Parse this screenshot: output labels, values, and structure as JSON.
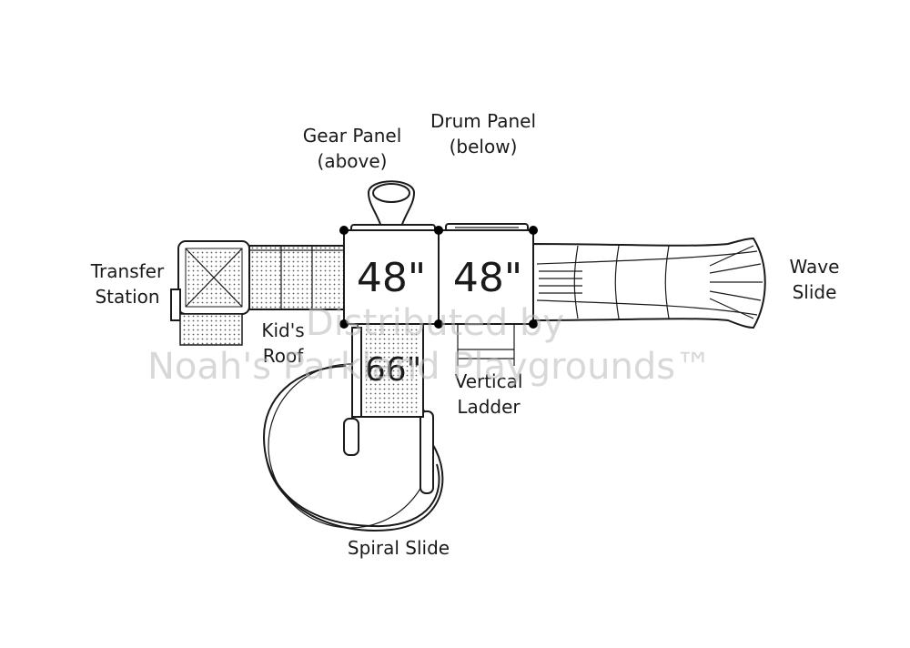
{
  "labels": {
    "gear_panel_1": "Gear Panel",
    "gear_panel_2": "(above)",
    "drum_panel_1": "Drum Panel",
    "drum_panel_2": "(below)",
    "transfer_1": "Transfer",
    "transfer_2": "Station",
    "kids_roof_1": "Kid's",
    "kids_roof_2": "Roof",
    "vertical_ladder_1": "Vertical",
    "vertical_ladder_2": "Ladder",
    "wave_slide_1": "Wave",
    "wave_slide_2": "Slide",
    "spiral_slide": "Spiral Slide"
  },
  "deck_heights": {
    "deck_left": "48\"",
    "deck_right": "48\"",
    "deck_lower": "66\""
  },
  "watermark": {
    "line1": "Distributed by",
    "line2": "Noah's Parkland Playgrounds™"
  },
  "colors": {
    "line": "#1a1a1a",
    "watermark": "#b8b8b8",
    "background": "#ffffff"
  }
}
